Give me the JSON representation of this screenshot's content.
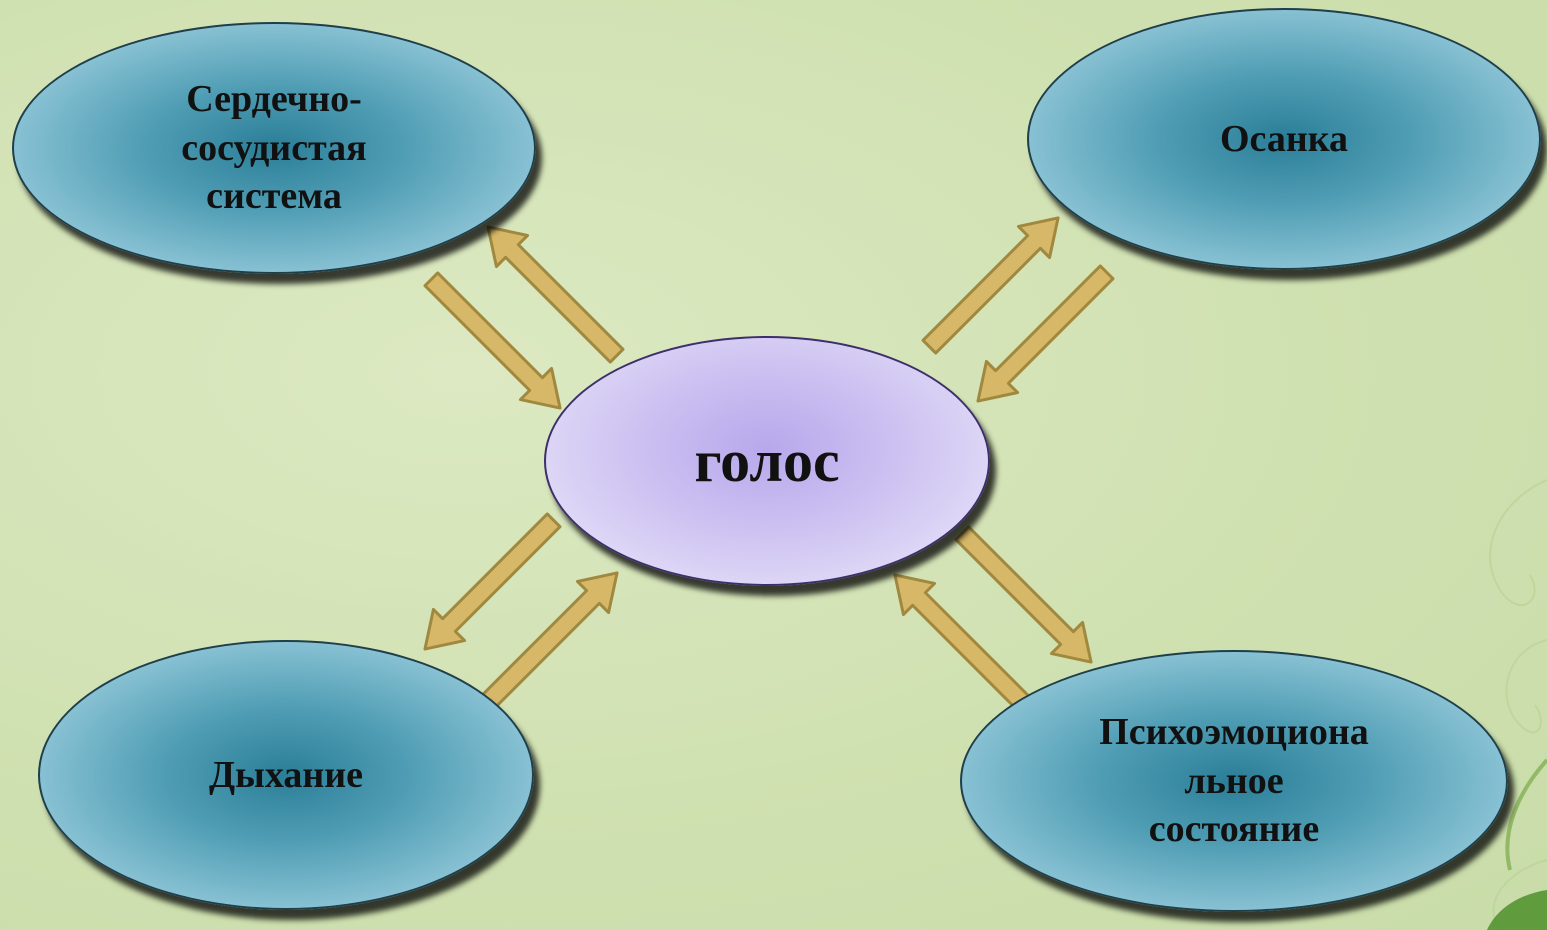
{
  "center": {
    "label": "голос"
  },
  "nodes": {
    "cardio": {
      "label": "Сердечно-\nсосудистая\nсистема"
    },
    "posture": {
      "label": "Осанка"
    },
    "breathing": {
      "label": "Дыхание"
    },
    "psycho": {
      "label": "Психоэмоциона\nльное\nсостояние"
    }
  },
  "colors": {
    "background": "#d3e4b5",
    "outer_node": "#4f9db4",
    "center_node": "#cbc0f1",
    "arrow_fill": "#d7b868",
    "arrow_stroke": "#a0893f"
  }
}
